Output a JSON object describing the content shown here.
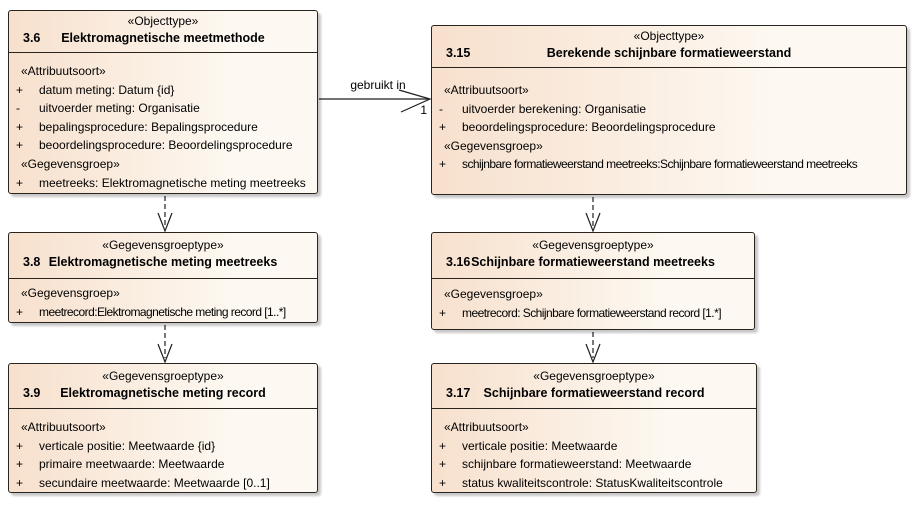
{
  "diagram": {
    "background": "#ffffff",
    "box_fill_left": "#f7e0cd",
    "box_fill_right": "#fdf9f2",
    "border_color": "#29241e",
    "text_color": "#000000"
  },
  "connector": {
    "label": "gebruikt in",
    "multiplicity": "1"
  },
  "boxes": [
    {
      "stereotype": "«Objecttype»",
      "number": "3.6",
      "title": "Elektromagnetische meetmethode",
      "rows": [
        {
          "prefix": "",
          "text": "«Attribuutsoort»"
        },
        {
          "prefix": "+",
          "text": "datum meting: Datum {id}"
        },
        {
          "prefix": "-",
          "text": "uitvoerder meting: Organisatie"
        },
        {
          "prefix": "+",
          "text": "bepalingsprocedure: Bepalingsprocedure"
        },
        {
          "prefix": "+",
          "text": "beoordelingsprocedure: Beoordelingsprocedure"
        },
        {
          "prefix": "",
          "text": "«Gegevensgroep»"
        },
        {
          "prefix": "+",
          "text": "meetreeks: Elektromagnetische meting meetreeks"
        }
      ]
    },
    {
      "stereotype": "«Objecttype»",
      "number": "3.15",
      "title": "Berekende schijnbare formatieweerstand",
      "rows": [
        {
          "prefix": "",
          "text": "«Attribuutsoort»"
        },
        {
          "prefix": "-",
          "text": "uitvoerder berekening: Organisatie"
        },
        {
          "prefix": "+",
          "text": "beoordelingsprocedure: Beoordelingsprocedure"
        },
        {
          "prefix": "",
          "text": "«Gegevensgroep»"
        },
        {
          "prefix": "+",
          "text": "schijnbare formatieweerstand meetreeks:Schijnbare formatieweerstand meetreeks"
        }
      ]
    },
    {
      "stereotype": "«Gegevensgroeptype»",
      "number": "3.8",
      "title": "Elektromagnetische meting meetreeks",
      "rows": [
        {
          "prefix": "",
          "text": "«Gegevensgroep»"
        },
        {
          "prefix": "+",
          "text": "meetrecord:Elektromagnetische meting record [1..*]"
        }
      ]
    },
    {
      "stereotype": "«Gegevensgroeptype»",
      "number": "3.16",
      "title": "Schijnbare formatieweerstand meetreeks",
      "rows": [
        {
          "prefix": "",
          "text": "«Gegevensgroep»"
        },
        {
          "prefix": "+",
          "text": "meetrecord: Schijnbare formatieweerstand record [1.*]"
        }
      ]
    },
    {
      "stereotype": "«Gegevensgroeptype»",
      "number": "3.9",
      "title": "Elektromagnetische meting record",
      "rows": [
        {
          "prefix": "",
          "text": "«Attribuutsoort»"
        },
        {
          "prefix": "+",
          "text": "verticale positie: Meetwaarde {id}"
        },
        {
          "prefix": "+",
          "text": "primaire meetwaarde: Meetwaarde"
        },
        {
          "prefix": "+",
          "text": "secundaire meetwaarde: Meetwaarde [0..1]"
        }
      ]
    },
    {
      "stereotype": "«Gegevensgroeptype»",
      "number": "3.17",
      "title": "Schijnbare formatieweerstand record",
      "rows": [
        {
          "prefix": "",
          "text": "«Attribuutsoort»"
        },
        {
          "prefix": "+",
          "text": "verticale positie: Meetwaarde"
        },
        {
          "prefix": "+",
          "text": "schijnbare formatieweerstand: Meetwaarde"
        },
        {
          "prefix": "+",
          "text": "status kwaliteitscontrole: StatusKwaliteitscontrole"
        }
      ]
    }
  ]
}
